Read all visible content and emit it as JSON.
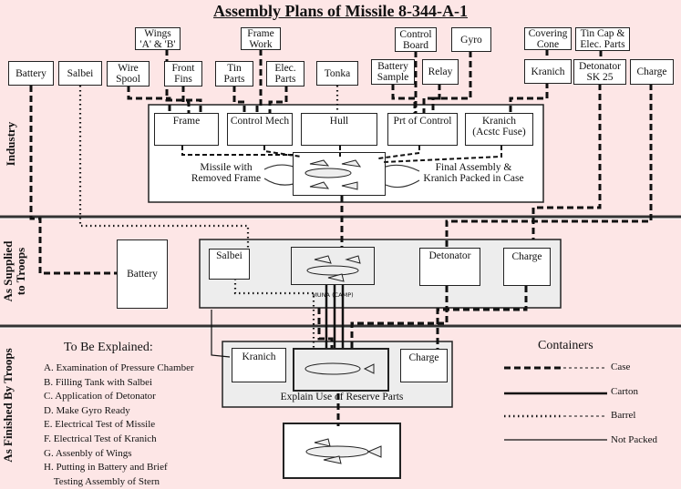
{
  "title": "Assembly Plans of Missile 8-344-A-1",
  "sections": {
    "industry": "Industry",
    "supplied": "As Supplied\nto Troops",
    "finished": "As Finished By Troops"
  },
  "top_row": {
    "battery": "Battery",
    "salbei": "Salbei",
    "wire_spool": "Wire\nSpool",
    "front_fins": "Front\nFins",
    "wings": "Wings\n'A' & 'B'",
    "tin_parts": "Tin\nParts",
    "frame_work": "Frame\nWork",
    "elec_parts": "Elec.\nParts",
    "tonka": "Tonka",
    "battery_sample": "Battery\nSample",
    "control_board": "Control\nBoard",
    "relay": "Relay",
    "gyro": "Gyro",
    "covering_cone": "Covering\nCone",
    "kranich": "Kranich",
    "tin_cap": "Tin Cap &\nElec. Parts",
    "detonator": "Detonator\nSK 25",
    "charge": "Charge"
  },
  "industry_parts": {
    "frame": "Frame",
    "control_mech": "Control Mech",
    "hull": "Hull",
    "prt_control": "Prt of Control",
    "kranich_fuse": "Kranich\n(Acstc Fuse)",
    "missile_removed": "Missile with\nRemoved Frame",
    "final_assembly": "Final Assembly &\nKranich Packed in Case"
  },
  "supplied_parts": {
    "battery": "Battery",
    "salbei": "Salbei",
    "detonator": "Detonator",
    "charge": "Charge",
    "muna": "MUNA (CAMP)"
  },
  "finished_parts": {
    "kranich": "Kranich",
    "charge": "Charge",
    "explain": "Explain Use of Reserve Parts"
  },
  "to_be_explained": {
    "heading": "To Be Explained:",
    "items": [
      "A. Examination of Pressure Chamber",
      "B. Filling Tank with Salbei",
      "C. Application of Detonator",
      "D. Make Gyro Ready",
      "E. Electrical Test of Missile",
      "F. Electrical Test of Kranich",
      "G. Assenbly of Wings",
      "H. Putting in Battery and Brief",
      "    Testing Assembly of Stern"
    ]
  },
  "legend": {
    "heading": "Containers",
    "case": "Case",
    "carton": "Carton",
    "barrel": "Barrel",
    "not_packed": "Not Packed"
  }
}
